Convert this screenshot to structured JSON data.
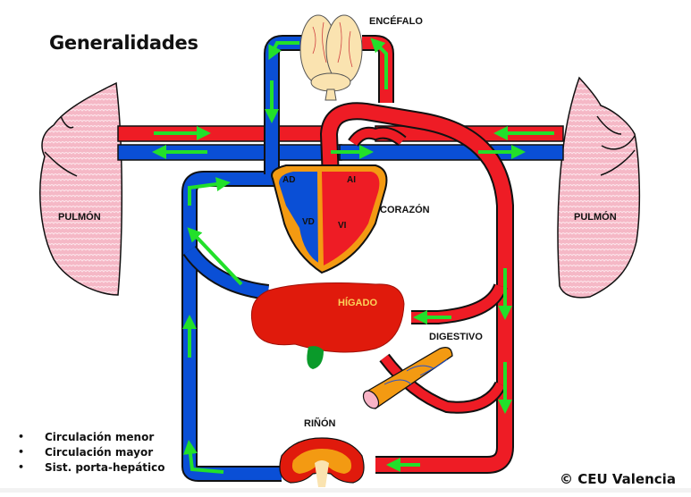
{
  "title": "Generalidades",
  "colors": {
    "artery": "#ee1c25",
    "vein": "#0a4fd6",
    "flow_arrow": "#22e02a",
    "lung": "#f5b8c6",
    "liver": "#e01a0c",
    "heart_wall": "#f39a12",
    "gallbladder": "#0a9a2a",
    "brain": "#fae3b0",
    "intestine": "#f39a12"
  },
  "organs": {
    "brain": "ENCÉFALO",
    "heart": "CORAZÓN",
    "lung_left": "PULMÓN",
    "lung_right": "PULMÓN",
    "liver": "HÍGADO",
    "digestive": "DIGESTIVO",
    "kidney": "RIÑÓN"
  },
  "heart_chambers": {
    "right_atrium": "AD",
    "left_atrium": "AI",
    "right_ventricle": "VD",
    "left_ventricle": "VI"
  },
  "legend": {
    "items": [
      {
        "bullet": "•",
        "label": "Circulación menor"
      },
      {
        "bullet": "•",
        "label": "Circulación mayor"
      },
      {
        "bullet": "•",
        "label": "Sist. porta-hepático"
      }
    ]
  },
  "copyright": "© CEU Valencia"
}
